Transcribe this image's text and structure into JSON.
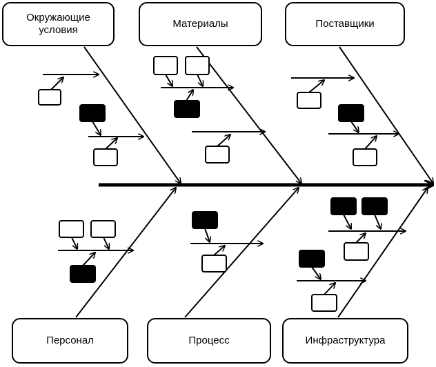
{
  "categories": {
    "environment": "Окружающие\nусловия",
    "materials": "Материалы",
    "suppliers": "Поставщики",
    "personnel": "Персонал",
    "process": "Процесс",
    "infrastructure": "Инфраструктура"
  },
  "colors": {
    "line": "#000000",
    "box_fill": "#ffffff",
    "filled_box": "#000000"
  }
}
